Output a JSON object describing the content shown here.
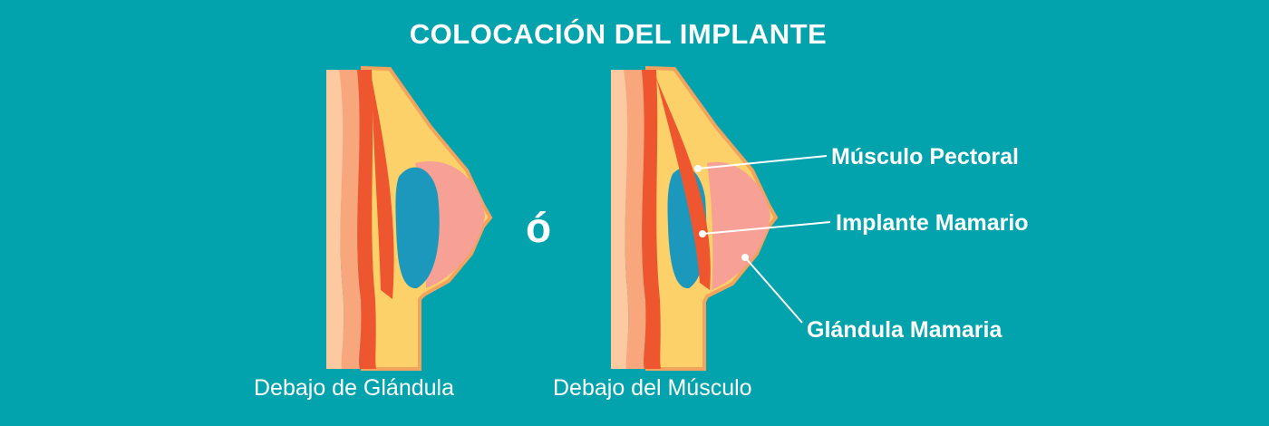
{
  "title": "COLOCACIÓN DEL IMPLANTE",
  "connector": "ó",
  "captions": {
    "left": "Debajo de Glándula",
    "right": "Debajo del Músculo"
  },
  "labels": {
    "pectoral": "Músculo Pectoral",
    "implant": "Implante Mamario",
    "gland": "Glándula Mamaria"
  },
  "colors": {
    "background": "#03a3ad",
    "skin_light": "#fcc9a0",
    "skin_mid": "#f7a77b",
    "muscle": "#ee5630",
    "fat": "#fdd169",
    "fat_outline": "#f2a35d",
    "gland": "#f6a096",
    "implant": "#1d98bd"
  }
}
